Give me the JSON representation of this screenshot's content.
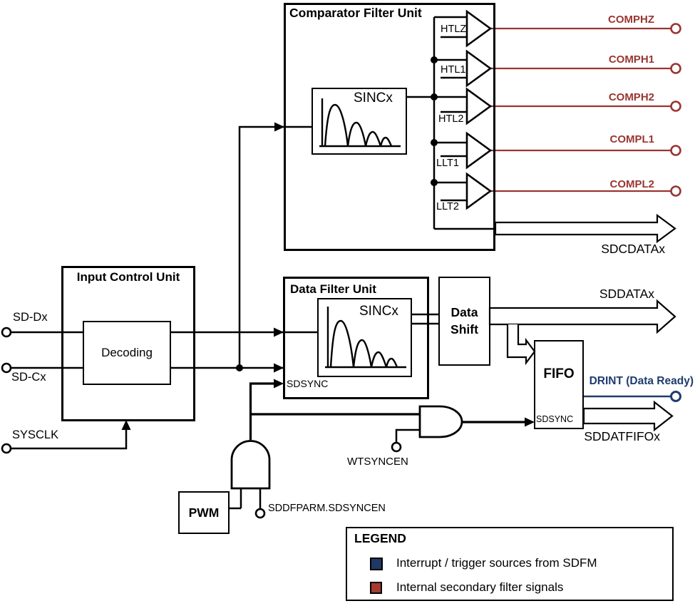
{
  "colors": {
    "wire": "#000000",
    "red_signal": "#993632",
    "blue_signal": "#1F3C6E",
    "legend_blue": "#1F3864",
    "legend_red": "#A23B32"
  },
  "comparator_unit": {
    "title": "Comparator Filter Unit",
    "sinc_label": "SINCx",
    "thresholds": [
      {
        "label": "HTLZ"
      },
      {
        "label": "HTL1"
      },
      {
        "label": "HTL2"
      },
      {
        "label": "LLT1"
      },
      {
        "label": "LLT2"
      }
    ],
    "outputs": [
      {
        "label": "COMPHZ"
      },
      {
        "label": "COMPH1"
      },
      {
        "label": "COMPH2"
      },
      {
        "label": "COMPL1"
      },
      {
        "label": "COMPL2"
      }
    ],
    "data_output": "SDCDATAx"
  },
  "input_control_unit": {
    "title": "Input Control Unit",
    "decoding_label": "Decoding",
    "inputs": [
      {
        "label": "SD-Dx"
      },
      {
        "label": "SD-Cx"
      },
      {
        "label": "SYSCLK"
      }
    ]
  },
  "data_filter_unit": {
    "title": "Data Filter Unit",
    "sinc_label": "SINCx",
    "sdsync_label": "SDSYNC"
  },
  "data_shift": {
    "title": "Data Shift",
    "output": "SDDATAx"
  },
  "fifo": {
    "title": "FIFO",
    "sdsync_label": "SDSYNC",
    "drint_label": "DRINT (Data Ready)",
    "data_output": "SDDATFIFOx"
  },
  "pwm": {
    "title": "PWM"
  },
  "sync_signals": {
    "sddfparm": "SDDFPARM.SDSYNCEN",
    "wtsyncen": "WTSYNCEN"
  },
  "legend": {
    "title": "LEGEND",
    "items": [
      {
        "color": "#1F3864",
        "label": "Interrupt / trigger sources from SDFM"
      },
      {
        "color": "#A23B32",
        "label": "Internal secondary filter signals"
      }
    ]
  }
}
